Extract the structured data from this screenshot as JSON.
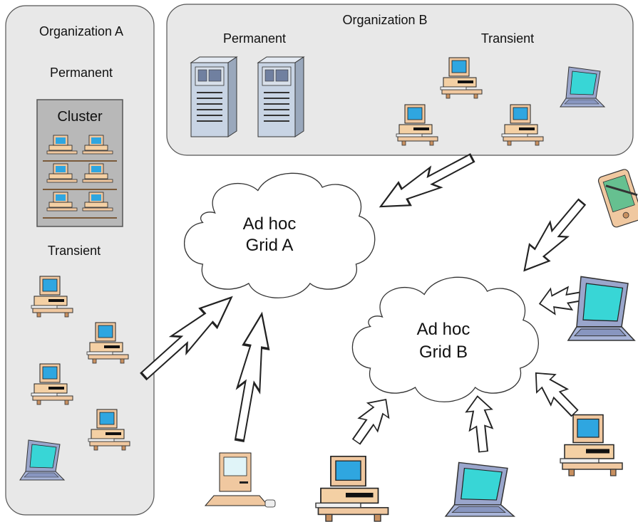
{
  "org_a": {
    "title": "Organization A",
    "permanent": "Permanent",
    "cluster": "Cluster",
    "transient": "Transient"
  },
  "org_b": {
    "title": "Organization B",
    "permanent": "Permanent",
    "transient": "Transient"
  },
  "grid_a": {
    "line1": "Ad hoc",
    "line2": "Grid A"
  },
  "grid_b": {
    "line1": "Ad hoc",
    "line2": "Grid B"
  },
  "colors": {
    "panel_fill": "#e8e8e8",
    "cluster_fill": "#b8b8b8",
    "screen": "#2fa6e0",
    "laptop_screen": "#38d6d6",
    "desk": "#f0c8a0",
    "server": "#c8d4e4"
  },
  "icons": [
    "desktop-pc-icon",
    "laptop-icon",
    "server-tower-icon",
    "pda-icon",
    "mac-computer-icon"
  ]
}
